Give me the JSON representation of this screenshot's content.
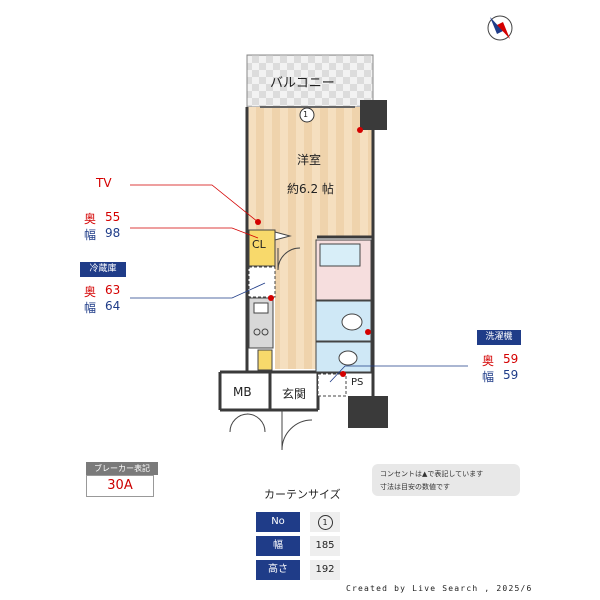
{
  "rooms": {
    "balcony": "バルコニー",
    "western_room": "洋室",
    "western_area": "約6.2 帖",
    "closet": "CL",
    "mb": "MB",
    "entrance": "玄関",
    "ps": "PS",
    "window_number": "1"
  },
  "appliances": {
    "tv": {
      "label": "TV",
      "depth_label": "奥",
      "depth": "55",
      "width_label": "幅",
      "width": "98"
    },
    "fridge": {
      "label": "冷蔵庫",
      "depth_label": "奥",
      "depth": "63",
      "width_label": "幅",
      "width": "64"
    },
    "washer": {
      "label": "洗濯機",
      "depth_label": "奥",
      "depth": "59",
      "width_label": "幅",
      "width": "59"
    }
  },
  "breaker": {
    "label": "ブレーカー表記",
    "value": "30A"
  },
  "legend": {
    "line1": "コンセントは▲で表記しています",
    "line2": "寸法は目安の数値です"
  },
  "curtain": {
    "title": "カーテンサイズ",
    "rows": [
      {
        "header": "No",
        "value": "1"
      },
      {
        "header": "幅",
        "value": "185"
      },
      {
        "header": "高さ",
        "value": "192"
      }
    ]
  },
  "credit": "Created by Live Search , 2025/6",
  "colors": {
    "accent": "#1f3c88",
    "red": "#d40000",
    "wall": "#3a3a3a"
  }
}
